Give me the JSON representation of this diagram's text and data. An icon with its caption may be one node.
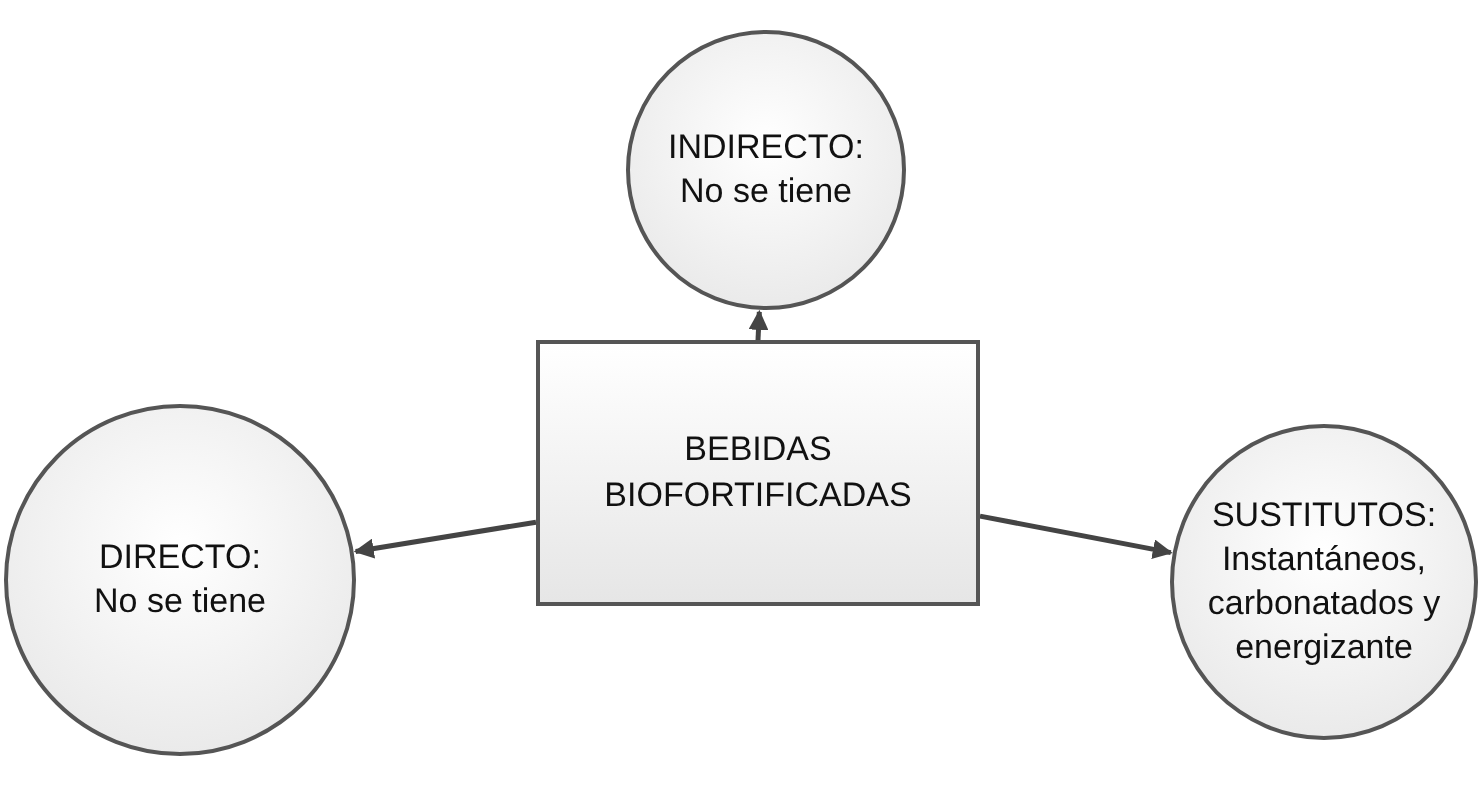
{
  "diagram": {
    "nodes": [
      {
        "text": [
          "INDIRECTO:",
          "No se tiene"
        ]
      },
      {
        "text": [
          "DIRECTO:",
          "No se tiene"
        ]
      },
      {
        "text": [
          "BEBIDAS BIOFORTIFICADAS"
        ]
      },
      {
        "text": [
          "SUSTITUTOS:",
          "Instantáneos, carbonatados y energizante"
        ]
      }
    ],
    "edges": [
      {
        "from": 2,
        "to": 0,
        "arrow": "to"
      },
      {
        "from": 2,
        "to": 1,
        "arrow": "to"
      },
      {
        "from": 2,
        "to": 3,
        "arrow": "to"
      }
    ]
  }
}
